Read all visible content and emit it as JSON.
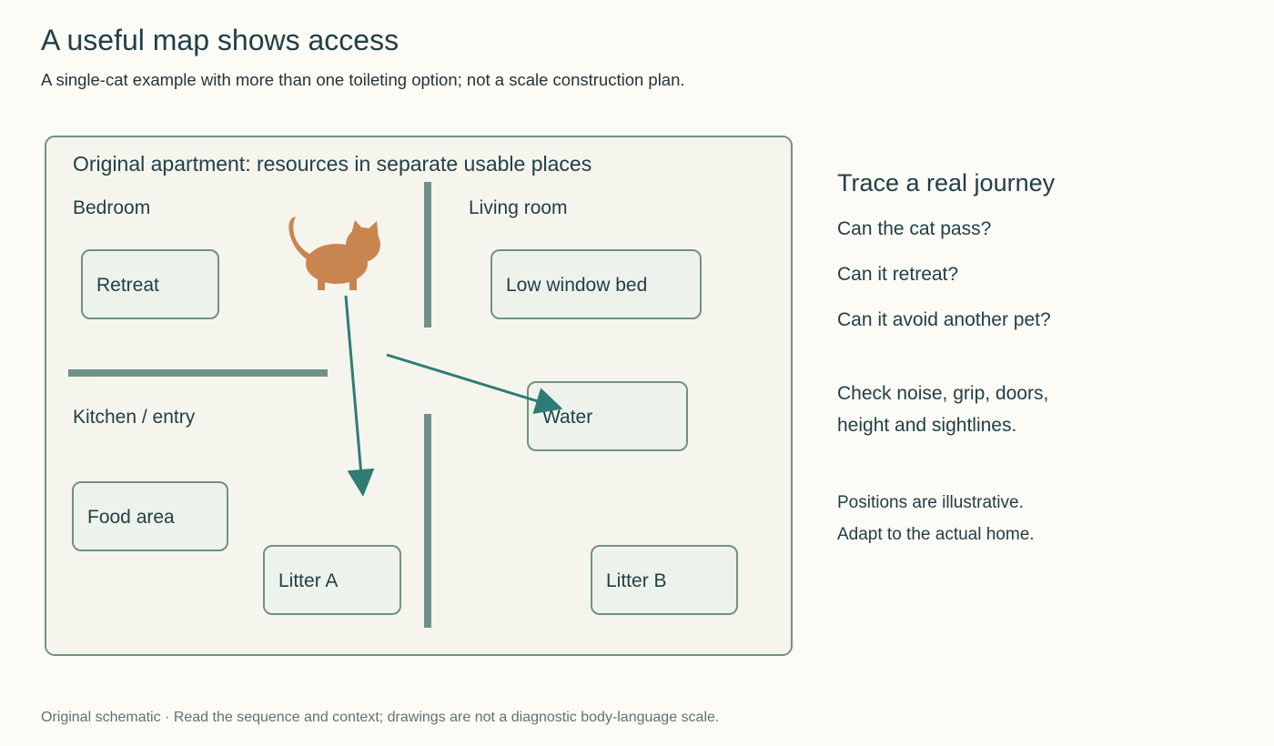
{
  "header": {
    "title": "A useful map shows access",
    "subtitle": "A single-cat example with more than one toileting option; not a scale construction plan."
  },
  "map": {
    "heading": "Original apartment: resources in separate usable places",
    "rooms": {
      "bedroom": "Bedroom",
      "living": "Living room",
      "kitchen": "Kitchen / entry"
    },
    "resources": {
      "retreat": "Retreat",
      "window_bed": "Low window bed",
      "water": "Water",
      "food": "Food area",
      "litter_a": "Litter A",
      "litter_b": "Litter B"
    },
    "icons": [
      "cat-icon"
    ],
    "colors": {
      "frame": "#6f9189",
      "wall": "#6f9189",
      "resource_fill": "#edf2ea",
      "map_fill": "#f5f5ed",
      "arrow": "#2f7c76",
      "cat": "#c9854f"
    }
  },
  "panel": {
    "heading": "Trace a real journey",
    "questions": [
      "Can the cat pass?",
      "Can it retreat?",
      "Can it avoid another pet?"
    ],
    "check": [
      "Check noise, grip, doors,",
      "height and sightlines."
    ],
    "disclaimer": [
      "Positions are illustrative.",
      "Adapt to the actual home."
    ]
  },
  "footer": {
    "text": "Original schematic · Read the sequence and context; drawings are not a diagnostic body-language scale."
  }
}
